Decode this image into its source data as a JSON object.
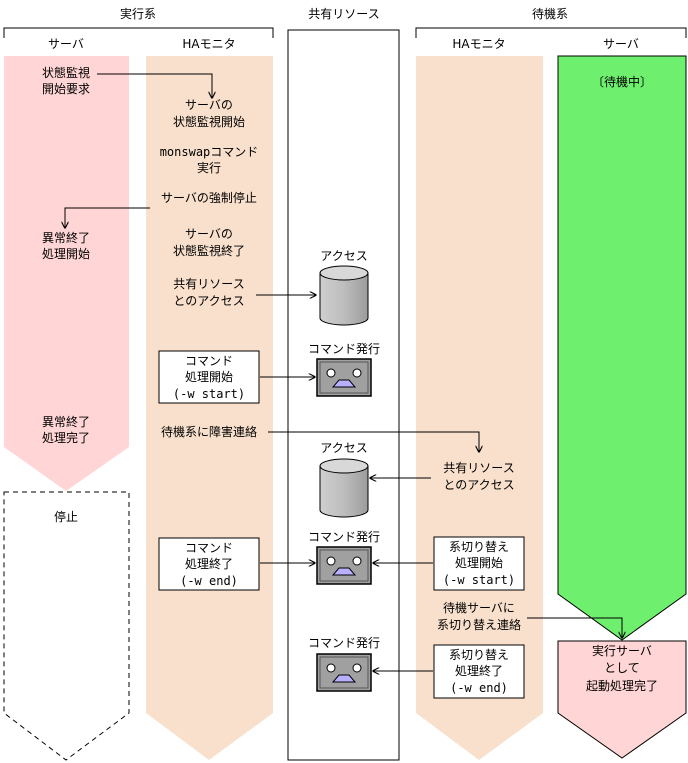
{
  "sections": {
    "active": "実行系",
    "shared": "共有リソース",
    "standby": "待機系"
  },
  "columns": {
    "active_server": "サーバ",
    "active_ha": "HAモニタ",
    "standby_ha": "HAモニタ",
    "standby_server": "サーバ"
  },
  "active_server": {
    "monitor_request": [
      "状態監視",
      "開始要求"
    ],
    "abnormal_start": [
      "異常終了",
      "処理開始"
    ],
    "abnormal_done": [
      "異常終了",
      "処理完了"
    ],
    "stopped": "停止"
  },
  "active_ha": {
    "monitor_start": [
      "サーバの",
      "状態監視開始"
    ],
    "monswap": [
      "monswapコマンド",
      "実行"
    ],
    "force_stop": "サーバの強制停止",
    "monitor_end": [
      "サーバの",
      "状態監視終了"
    ],
    "access": [
      "共有リソース",
      "とのアクセス"
    ],
    "cmd_start": [
      "コマンド",
      "処理開始",
      "(-w start)"
    ],
    "notify_failure": "待機系に障害連絡",
    "cmd_end": [
      "コマンド",
      "処理終了",
      "(-w end)"
    ]
  },
  "shared": {
    "access1": "アクセス",
    "cmd1": "コマンド発行",
    "access2": "アクセス",
    "cmd2": "コマンド発行",
    "cmd3": "コマンド発行"
  },
  "standby_ha": {
    "access": [
      "共有リソース",
      "とのアクセス"
    ],
    "switch_start": [
      "系切り替え",
      "処理開始",
      "(-w start)"
    ],
    "notify_switch": [
      "待機サーバに",
      "系切り替え連絡"
    ],
    "switch_end": [
      "系切り替え",
      "処理終了",
      "(-w end)"
    ]
  },
  "standby_server": {
    "waiting": "〔待機中〕",
    "started": [
      "実行サーバ",
      "として",
      "起動処理完了"
    ]
  },
  "colors": {
    "active_server": "#ffd5d5",
    "ha_monitor": "#f8e0cc",
    "standby_server": "#6ef06e",
    "device": "#a0a0a0",
    "device_face": "#b8b0ff"
  }
}
